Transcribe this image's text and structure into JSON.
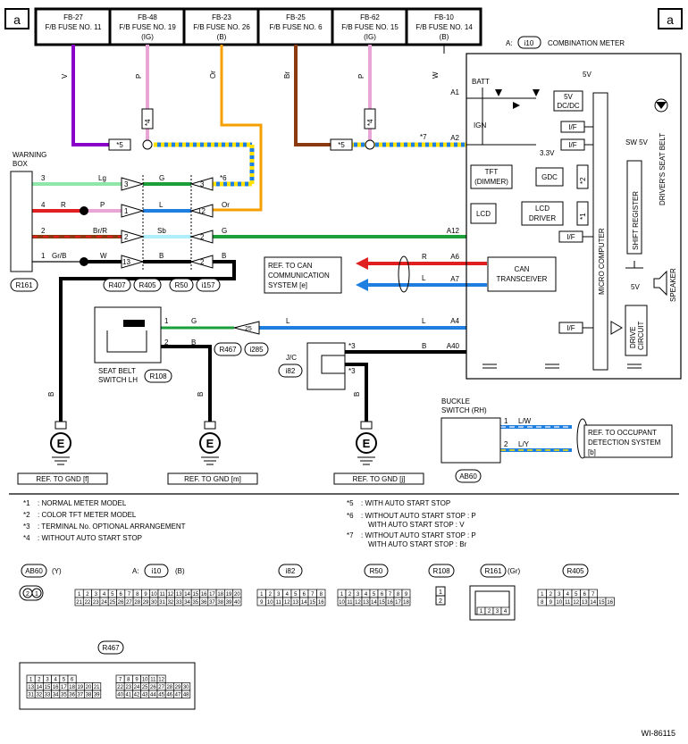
{
  "page_marker": "a",
  "fuses": [
    {
      "id": "FB-27",
      "name": "F/B FUSE NO. 11",
      "sub": ""
    },
    {
      "id": "FB-48",
      "name": "F/B FUSE NO. 19",
      "sub": "(IG)"
    },
    {
      "id": "FB-23",
      "name": "F/B FUSE NO. 26",
      "sub": "(B)"
    },
    {
      "id": "FB-25",
      "name": "F/B FUSE NO. 6",
      "sub": ""
    },
    {
      "id": "FB-62",
      "name": "F/B FUSE NO. 15",
      "sub": "(IG)"
    },
    {
      "id": "FB-10",
      "name": "F/B FUSE NO. 14",
      "sub": "(B)"
    }
  ],
  "wire_colors_top": [
    "V",
    "P",
    "Or",
    "Br",
    "P",
    "W"
  ],
  "combination_meter": {
    "prefix": "A:",
    "connector": "i10",
    "label": "COMBINATION METER"
  },
  "meter": {
    "batt": "BATT",
    "ign": "IGN",
    "v5": "5V",
    "dcdc": "5V\nDC/DC",
    "if": "I/F",
    "v33": "3.3V",
    "tft": "TFT",
    "dimmer": "(DIMMER)",
    "gdc": "GDC",
    "lcd": "LCD",
    "lcd_driver1": "LCD",
    "lcd_driver2": "DRIVER",
    "sw5v": "SW 5V",
    "shift_register": "SHIFT REGISTER",
    "drivers_seat_belt": "DRIVER'S SEAT BELT",
    "micro_computer": "MICRO COMPUTER",
    "can1": "CAN",
    "can2": "TRANSCEIVER",
    "drive": "DRIVE",
    "circuit": "CIRCUIT",
    "speaker": "SPEAKER",
    "star2": "*2",
    "star1": "*1"
  },
  "pins": {
    "a1": "A1",
    "a2": "A2",
    "a12": "A12",
    "a6": "A6",
    "a7": "A7",
    "a4": "A4",
    "a40": "A40"
  },
  "warning_box": {
    "label1": "WARNING",
    "label2": "BOX",
    "connector": "R161"
  },
  "wb_pins": [
    "3",
    "4",
    "2",
    "1"
  ],
  "wb_wires": [
    "Lg",
    "R",
    "P",
    "Br/R",
    "W",
    "Gr/B"
  ],
  "inline_pins_left": [
    "3",
    "1",
    "2",
    "13"
  ],
  "inline_pins_right": [
    "3",
    "12",
    "2",
    "2"
  ],
  "inline_wires": [
    "G",
    "L",
    "Sb",
    "B",
    "Or",
    "G",
    "B"
  ],
  "inline_connectors": [
    "R407",
    "R405",
    "R50",
    "i157"
  ],
  "stars": {
    "s5a": "*5",
    "s5b": "*5",
    "s7": "*7",
    "s6": "*6",
    "s4a": "*4",
    "s4b": "*4",
    "s3a": "*3",
    "s3b": "*3"
  },
  "can_ref": [
    "REF. TO CAN",
    "COMMUNICATION",
    "SYSTEM [e]"
  ],
  "can_wires": [
    "R",
    "L"
  ],
  "seat_belt": {
    "label1": "SEAT BELT",
    "label2": "SWITCH LH",
    "connector": "R108",
    "pin1": "1",
    "pin2": "2",
    "w1": "G",
    "w2": "B"
  },
  "mid_conn": {
    "pin": "25",
    "connectors": [
      "R467",
      "i285"
    ],
    "wire": "L"
  },
  "jc": {
    "label": "J/C",
    "connector": "i82",
    "wire": "B"
  },
  "ground_wires": [
    "B",
    "B",
    "B"
  ],
  "grounds": [
    "REF. TO GND [f]",
    "REF. TO GND [m]",
    "REF. TO GND [j]"
  ],
  "buckle": {
    "label1": "BUCKLE",
    "label2": "SWITCH (RH)",
    "connector": "AB60",
    "pin1": "1",
    "pin2": "2",
    "w1": "L/W",
    "w2": "L/Y"
  },
  "occupant_ref": [
    "REF. TO OCCUPANT",
    "DETECTION SYSTEM",
    "[b]"
  ],
  "notes_left": [
    {
      "mark": "*1",
      "text": ": NORMAL METER MODEL"
    },
    {
      "mark": "*2",
      "text": ": COLOR TFT METER MODEL"
    },
    {
      "mark": "*3",
      "text": ": TERMINAL No. OPTIONAL ARRANGEMENT"
    },
    {
      "mark": "*4",
      "text": ": WITHOUT AUTO START STOP"
    }
  ],
  "notes_right": [
    {
      "mark": "*5",
      "text": ": WITH AUTO START STOP"
    },
    {
      "mark": "*6",
      "text": ": WITHOUT AUTO START STOP : P",
      "text2": "WITH AUTO START STOP : V"
    },
    {
      "mark": "*7",
      "text": ": WITHOUT AUTO START STOP : P",
      "text2": "WITH AUTO START STOP : Br"
    }
  ],
  "conn_views": [
    {
      "name": "AB60",
      "color": "(Y)",
      "pins": [
        "2",
        "1"
      ]
    },
    {
      "prefix": "A:",
      "name": "i10",
      "color": "(B)",
      "row1": [
        "1",
        "2",
        "3",
        "4",
        "5",
        "6",
        "7",
        "8",
        "9",
        "10",
        "11",
        "12",
        "13",
        "14",
        "15",
        "16",
        "17",
        "18",
        "19",
        "20"
      ],
      "row2": [
        "21",
        "22",
        "23",
        "24",
        "25",
        "26",
        "27",
        "28",
        "29",
        "30",
        "31",
        "32",
        "33",
        "34",
        "35",
        "36",
        "37",
        "38",
        "39",
        "40"
      ]
    },
    {
      "name": "i82",
      "row1": [
        "1",
        "2",
        "3",
        "4",
        "5",
        "6",
        "7",
        "8"
      ],
      "row2": [
        "9",
        "10",
        "11",
        "12",
        "13",
        "14",
        "15",
        "16"
      ]
    },
    {
      "name": "R50",
      "row1": [
        "1",
        "2",
        "3",
        "4",
        "5",
        "6",
        "7",
        "8",
        "9"
      ],
      "row2": [
        "10",
        "11",
        "12",
        "13",
        "14",
        "15",
        "16",
        "17",
        "18"
      ]
    },
    {
      "name": "R108",
      "pins": [
        "1",
        "2"
      ]
    },
    {
      "name": "R161",
      "color": "(Gr)",
      "pins": [
        "1",
        "2",
        "3",
        "4"
      ]
    },
    {
      "name": "R405",
      "row1": [
        "1",
        "2",
        "3",
        "4",
        "5",
        "6",
        "7"
      ],
      "row2": [
        "8",
        "9",
        "10",
        "11",
        "12",
        "13",
        "14",
        "15",
        "16"
      ]
    },
    {
      "name": "R467",
      "rows": [
        [
          "1",
          "2",
          "3",
          "4",
          "5",
          "6"
        ],
        [
          "13",
          "14",
          "15",
          "16",
          "17",
          "18",
          "19",
          "20",
          "21"
        ],
        [
          "31",
          "32",
          "33",
          "34",
          "35",
          "36",
          "37",
          "38",
          "39"
        ]
      ],
      "rows2": [
        [
          "7",
          "8",
          "9",
          "10",
          "11",
          "12"
        ],
        [
          "22",
          "23",
          "24",
          "25",
          "26",
          "27",
          "28",
          "29",
          "30"
        ],
        [
          "40",
          "41",
          "42",
          "43",
          "44",
          "45",
          "46",
          "47",
          "48"
        ]
      ]
    }
  ],
  "figure_id": "WI-86115",
  "colors": {
    "violet": "#8b00c8",
    "pink": "#e8a6d6",
    "orange": "#f5a000",
    "brown": "#8b3a0f",
    "green": "#1a9f3a",
    "lightgreen": "#8fe6a8",
    "red": "#e02020",
    "blue": "#1f7fe0",
    "skyblue": "#aeeeff",
    "yellow": "#ffe100"
  }
}
